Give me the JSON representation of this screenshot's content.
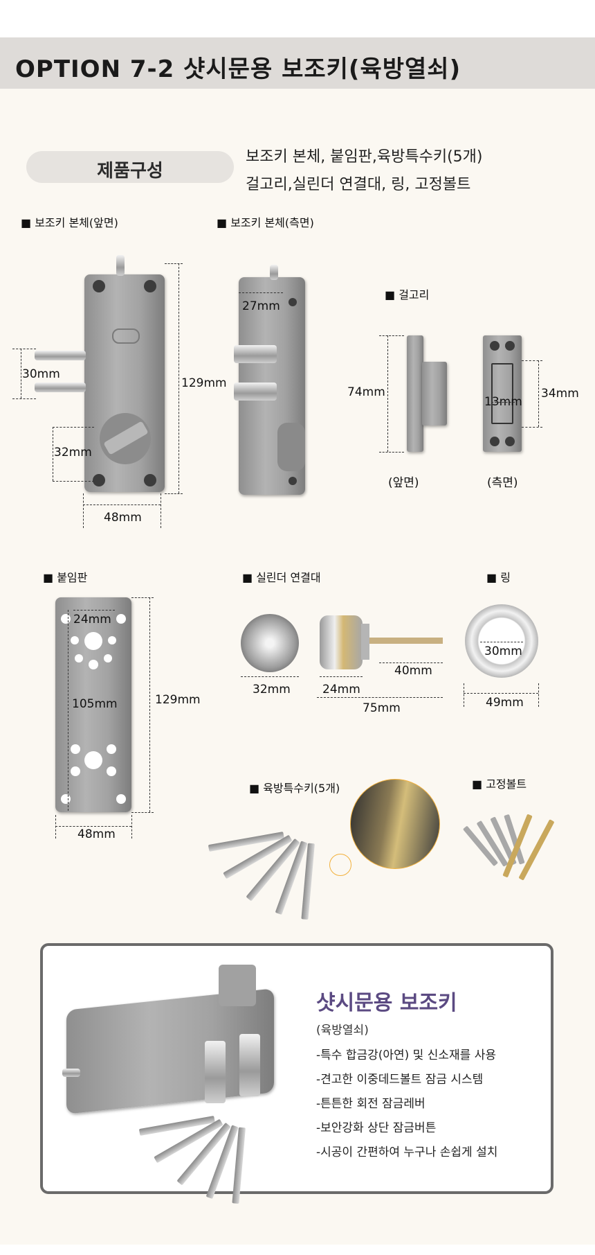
{
  "header": {
    "title": "OPTION 7-2 샷시문용 보조키(육방열쇠)"
  },
  "composition": {
    "badge": "제품구성",
    "line1": "보조키 본체, 붙임판,육방특수키(5개)",
    "line2": "걸고리,실린더 연결대, 링, 고정볼트"
  },
  "labels": {
    "body_front": "■ 보조키 본체(앞면)",
    "body_side": "■ 보조키 본체(측면)",
    "hook": "■ 걸고리",
    "plate": "■ 붙임판",
    "cylinder": "■ 실린더 연결대",
    "ring": "■ 링",
    "keys": "■ 육방특수키(5개)",
    "bolts": "■ 고정볼트",
    "hook_front": "(앞면)",
    "hook_side": "(측면)"
  },
  "dims": {
    "d129a": "129mm",
    "d30": "30mm",
    "d32a": "32mm",
    "d48a": "48mm",
    "d27": "27mm",
    "d74": "74mm",
    "d13": "13mm",
    "d34": "34mm",
    "d24a": "24mm",
    "d105": "105mm",
    "d129b": "129mm",
    "d48b": "48mm",
    "d32b": "32mm",
    "d24b": "24mm",
    "d40": "40mm",
    "d75": "75mm",
    "d30b": "30mm",
    "d49": "49mm"
  },
  "info": {
    "title": "샷시문용 보조키",
    "subtitle": "(육방열쇠)",
    "features": [
      "-특수 합금강(아연) 및 신소재를 사용",
      "-견고한 이중데드볼트 잠금 시스템",
      "-튼튼한 회전 잠금레버",
      "-보안강화 상단 잠금버튼",
      "-시공이 간편하여 누구나 손쉽게 설치"
    ]
  }
}
